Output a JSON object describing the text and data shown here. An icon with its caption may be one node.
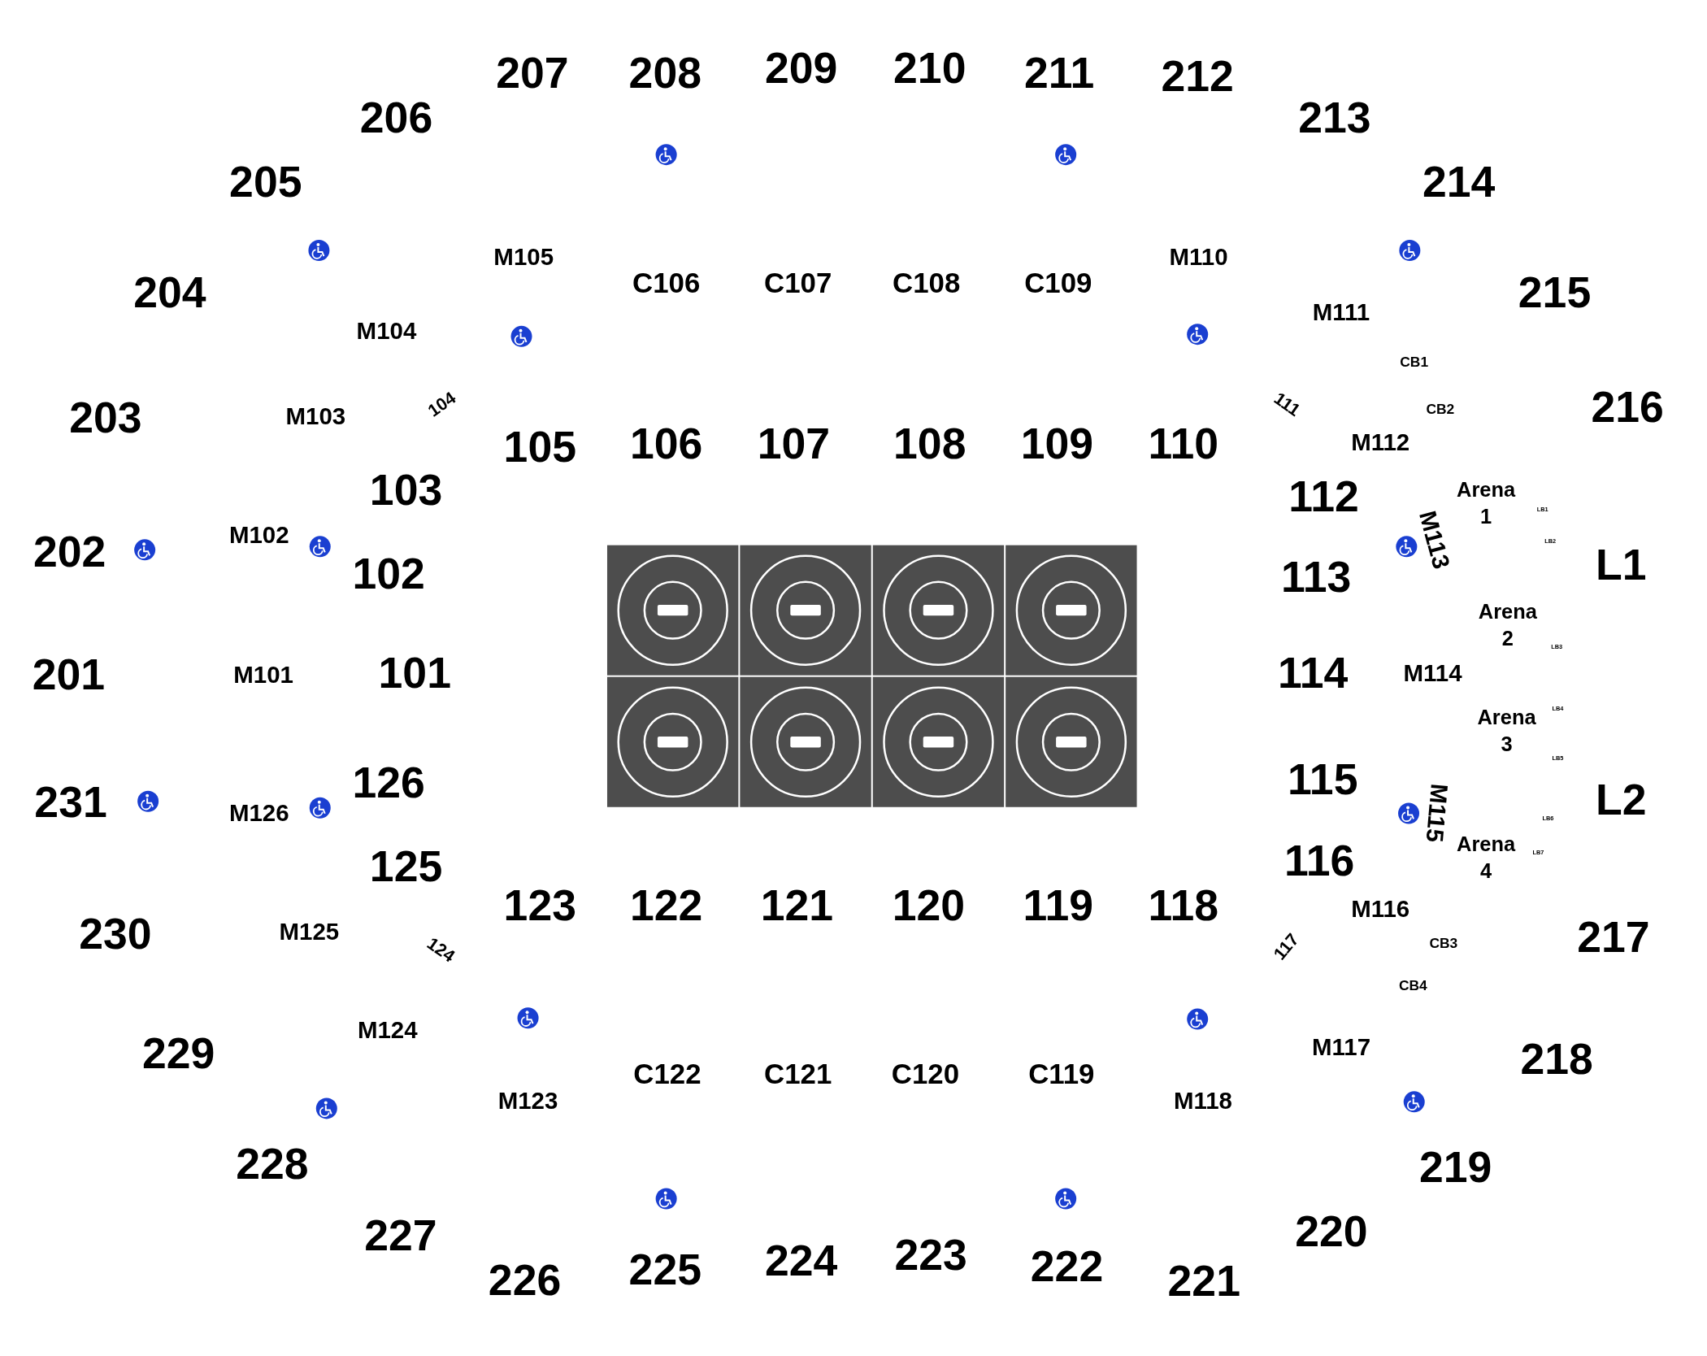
{
  "diagram": {
    "labels": [
      "207",
      "208",
      "209",
      "210",
      "211",
      "212",
      "206",
      "213",
      "205",
      "214",
      "M105",
      "C106",
      "C107",
      "C108",
      "C109",
      "M110",
      "204",
      "215",
      "M111",
      "M104",
      "CB1",
      "203",
      "M103",
      "104",
      "111",
      "CB2",
      "216",
      "105",
      "106",
      "107",
      "108",
      "109",
      "110",
      "M112",
      "103",
      "112",
      "Arena 1",
      "LB1",
      "M113",
      "LB2",
      "M102",
      "202",
      "102",
      "113",
      "L1",
      "Arena 2",
      "LB3",
      "201",
      "M101",
      "101",
      "114",
      "M114",
      "LB4",
      "Arena 3",
      "LB5",
      "126",
      "115",
      "231",
      "M126",
      "M115",
      "L2",
      "LB6",
      "Arena 4",
      "LB7",
      "125",
      "116",
      "123",
      "122",
      "121",
      "120",
      "119",
      "118",
      "M116",
      "230",
      "M125",
      "124",
      "117",
      "CB3",
      "217",
      "CB4",
      "M124",
      "M117",
      "229",
      "218",
      "C122",
      "C121",
      "C120",
      "C119",
      "M123",
      "M118",
      "228",
      "219",
      "227",
      "220",
      "226",
      "225",
      "224",
      "223",
      "222",
      "221"
    ]
  }
}
